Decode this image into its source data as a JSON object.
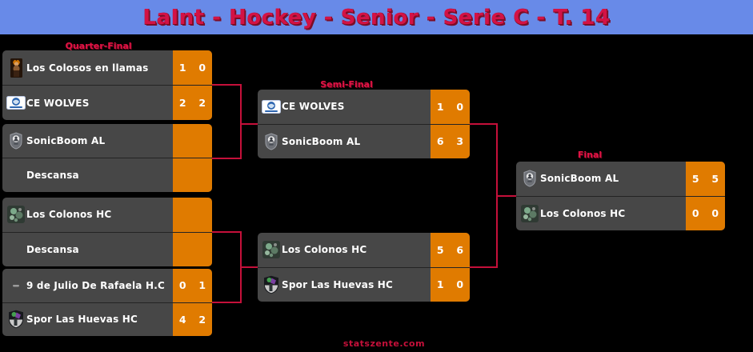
{
  "header": {
    "title": "LaInt - Hockey - Senior - Serie C - T. 14"
  },
  "footer": {
    "credit": "statszente.com"
  },
  "colors": {
    "header_bg": "#688ae8",
    "accent": "#d31245",
    "row_bg": "#474747",
    "score_bg": "#e07b00",
    "connector": "#c5103a",
    "background": "#000000",
    "text": "#ffffff"
  },
  "rounds": [
    {
      "label": "Quarter-Final",
      "matches": [
        {
          "teams": [
            {
              "name": "Los Colosos en llamas",
              "icon": "colosos-icon",
              "scores": [
                "1",
                "0"
              ]
            },
            {
              "name": "CE WOLVES",
              "icon": "wolves-icon",
              "scores": [
                "2",
                "2"
              ]
            }
          ]
        },
        {
          "teams": [
            {
              "name": "SonicBoom AL",
              "icon": "sonicboom-shield-icon",
              "scores": []
            },
            {
              "name": "Descansa",
              "icon": null,
              "scores": []
            }
          ]
        },
        {
          "teams": [
            {
              "name": "Los Colonos HC",
              "icon": "colonos-crest-icon",
              "scores": []
            },
            {
              "name": "Descansa",
              "icon": null,
              "scores": []
            }
          ]
        },
        {
          "teams": [
            {
              "name": "9 de Julio De Rafaela H.C",
              "icon": "dash-icon",
              "scores": [
                "0",
                "1"
              ]
            },
            {
              "name": "Spor Las Huevas HC",
              "icon": "huevas-crest-icon",
              "scores": [
                "4",
                "2"
              ]
            }
          ]
        }
      ]
    },
    {
      "label": "Semi-Final",
      "matches": [
        {
          "teams": [
            {
              "name": "CE WOLVES",
              "icon": "wolves-icon",
              "scores": [
                "1",
                "0"
              ]
            },
            {
              "name": "SonicBoom AL",
              "icon": "sonicboom-shield-icon",
              "scores": [
                "6",
                "3"
              ]
            }
          ]
        },
        {
          "teams": [
            {
              "name": "Los Colonos HC",
              "icon": "colonos-crest-icon",
              "scores": [
                "5",
                "6"
              ]
            },
            {
              "name": "Spor Las Huevas HC",
              "icon": "huevas-crest-icon",
              "scores": [
                "1",
                "0"
              ]
            }
          ]
        }
      ]
    },
    {
      "label": "Final",
      "matches": [
        {
          "teams": [
            {
              "name": "SonicBoom AL",
              "icon": "sonicboom-shield-icon",
              "scores": [
                "5",
                "5"
              ]
            },
            {
              "name": "Los Colonos HC",
              "icon": "colonos-crest-icon",
              "scores": [
                "0",
                "0"
              ]
            }
          ]
        }
      ]
    }
  ]
}
